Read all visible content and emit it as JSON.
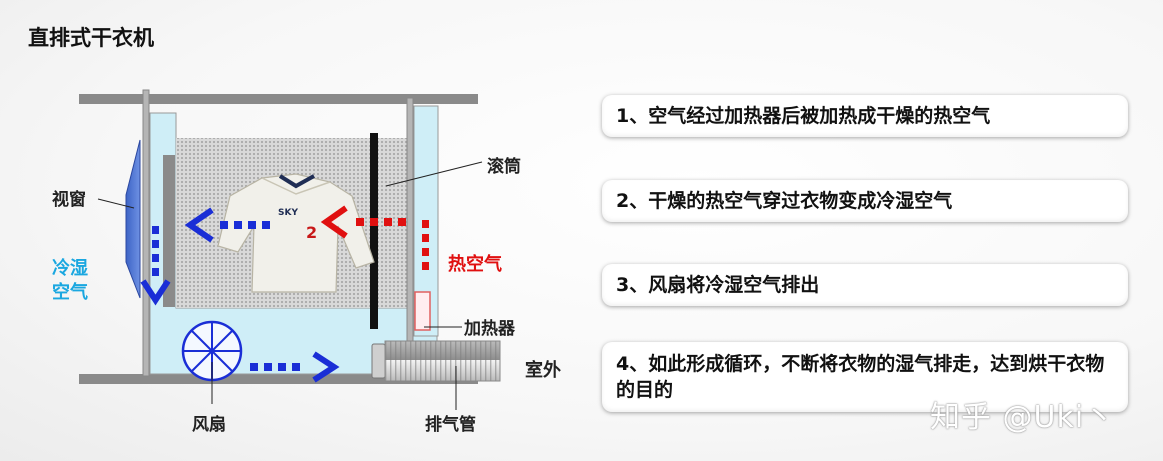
{
  "title": "直排式干衣机",
  "labels": {
    "window": "视窗",
    "cold_wet_air": [
      "冷湿",
      "空气"
    ],
    "drum": "滚筒",
    "hot_air": "热空气",
    "heater": "加热器",
    "outdoor": "室外",
    "fan": "风扇",
    "exhaust_pipe": "排气管"
  },
  "steps": [
    "1、空气经过加热器后被加热成干燥的热空气",
    "2、干燥的热空气穿过衣物变成冷湿空气",
    "3、风扇将冷湿空气排出",
    "4、如此形成循环，不断将衣物的湿气排走，达到烘干衣物的目的"
  ],
  "shirt_print": "SKY",
  "watermark": "知乎 @Uki丶",
  "colors": {
    "cold_arrow": "#1a2ed6",
    "hot_arrow": "#e01010",
    "cold_label": "#1aa7e0",
    "hot_label": "#e01010",
    "duct": "#cfeef7"
  }
}
